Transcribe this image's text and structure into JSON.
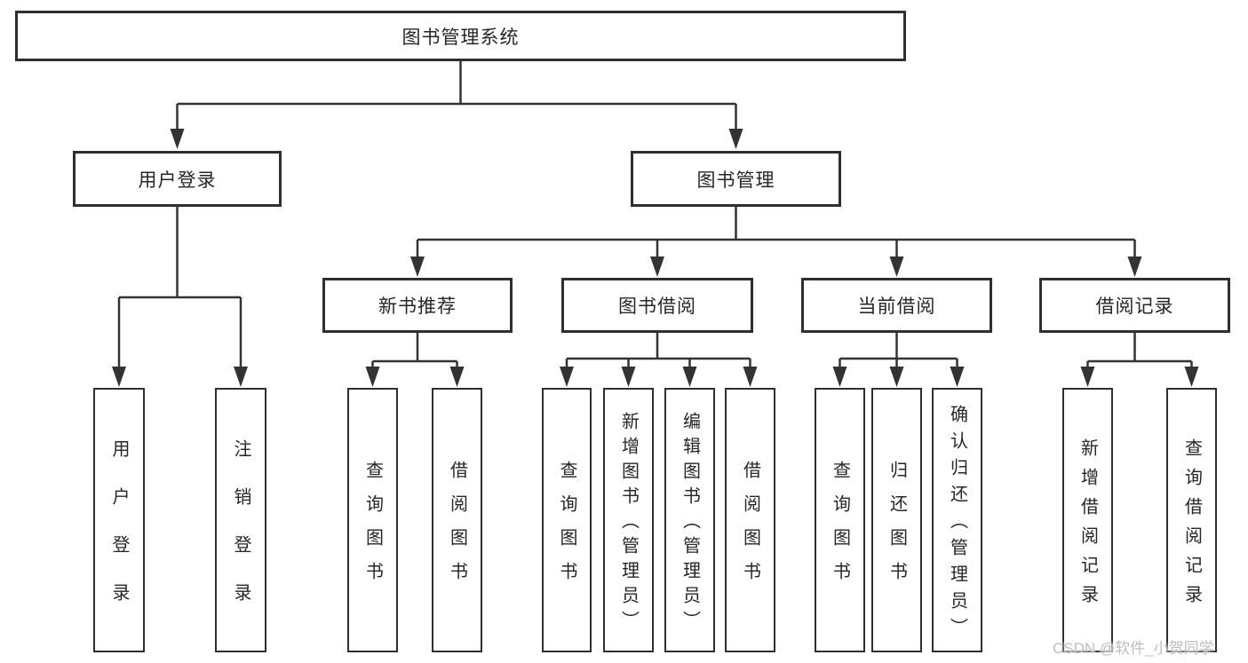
{
  "diagram": {
    "root": {
      "label": "图书管理系统"
    },
    "branches": [
      {
        "label": "用户登录",
        "children": [
          {
            "label": "用户登录"
          },
          {
            "label": "注销登录"
          }
        ]
      },
      {
        "label": "图书管理",
        "children": [
          {
            "label": "新书推荐",
            "children": [
              {
                "label": "查询图书"
              },
              {
                "label": "借阅图书"
              }
            ]
          },
          {
            "label": "图书借阅",
            "children": [
              {
                "label": "查询图书"
              },
              {
                "label": "新增图书（管理员）"
              },
              {
                "label": "编辑图书（管理员）"
              },
              {
                "label": "借阅图书"
              }
            ]
          },
          {
            "label": "当前借阅",
            "children": [
              {
                "label": "查询图书"
              },
              {
                "label": "归还图书"
              },
              {
                "label": "确认归还（管理员）"
              }
            ]
          },
          {
            "label": "借阅记录",
            "children": [
              {
                "label": "新增借阅记录"
              },
              {
                "label": "查询借阅记录"
              }
            ]
          }
        ]
      }
    ],
    "colors": {
      "line": "#333333",
      "box_border": "#2f2f2f",
      "text": "#262626",
      "background": "#ffffff",
      "watermark": "#bdbdbd"
    }
  },
  "watermark": {
    "text": "CSDN @软件_小贺同学"
  }
}
